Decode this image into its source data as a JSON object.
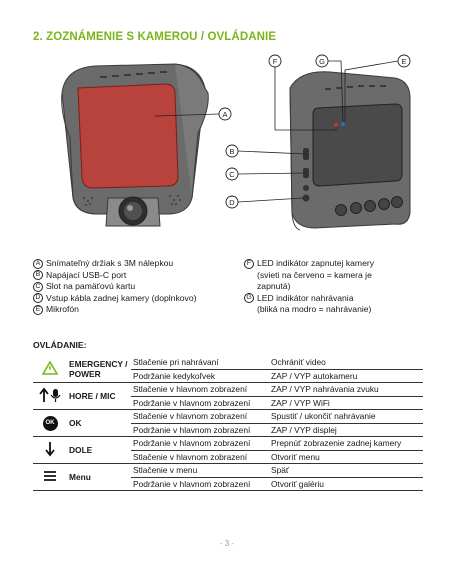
{
  "heading": "2. ZOZNÁMENIE S KAMEROU / OVLÁDANIE",
  "callouts": {
    "A": "A",
    "B": "B",
    "C": "C",
    "D": "D",
    "E": "E",
    "F": "F",
    "G": "G"
  },
  "legend_left": [
    {
      "key": "A",
      "text": "Snímateľný držiak s 3M nálepkou"
    },
    {
      "key": "B",
      "text": "Napájací USB-C port"
    },
    {
      "key": "C",
      "text": "Slot na pamäťovú kartu"
    },
    {
      "key": "D",
      "text": "Vstup kábla zadnej kamery (doplnkovo)"
    },
    {
      "key": "E",
      "text": "Mikrofón"
    }
  ],
  "legend_right": [
    {
      "key": "F",
      "text": "LED indikátor zapnutej kamery\n(svieti na červeno = kamera je\nzapnutá)"
    },
    {
      "key": "G",
      "text": "LED indikátor nahrávania\n(bliká na modro = nahrávanie)"
    }
  ],
  "controls_title": "OVLÁDANIE:",
  "controls": [
    {
      "icon": "warning-triangle-icon",
      "name": "EMERGENCY / POWER",
      "rows": [
        {
          "action": "Stlačenie pri nahrávaní",
          "result": "Ochrániť video"
        },
        {
          "action": "Podržanie kedykoľvek",
          "result": "ZAP / VYP autokameru"
        }
      ]
    },
    {
      "icon": "arrow-up-mic-icon",
      "name": "HORE / MIC",
      "rows": [
        {
          "action": "Stlačenie v hlavnom zobrazení",
          "result": "ZAP / VYP nahrávania zvuku"
        },
        {
          "action": "Podržanie v hlavnom zobrazení",
          "result": "ZAP / VYP WiFi"
        }
      ]
    },
    {
      "icon": "ok-icon",
      "icon_label": "OK",
      "name": "OK",
      "rows": [
        {
          "action": "Stlačenie v hlavnom zobrazení",
          "result": "Spustiť / ukončiť nahrávanie"
        },
        {
          "action": "Podržanie v hlavnom zobrazení",
          "result": "ZAP / VYP displej"
        }
      ]
    },
    {
      "icon": "arrow-down-icon",
      "name": "DOLE",
      "rows": [
        {
          "action": "Podržanie v hlavnom zobrazení",
          "result": "Prepnúť zobrazenie zadnej kamery"
        },
        {
          "action": "Stlačenie v hlavnom zobrazení",
          "result": "Otvoriť menu"
        }
      ]
    },
    {
      "icon": "menu-icon",
      "name": "Menu",
      "rows": [
        {
          "action": "Stlačenie v menu",
          "result": "Späť"
        },
        {
          "action": "Podržanie v hlavnom zobrazení",
          "result": "Otvoriť galériu"
        }
      ]
    }
  ],
  "colors": {
    "accent": "#7ab51d",
    "adhesive": "#c0392b",
    "body": "#5a5a5a"
  },
  "page_number": "- 3 -"
}
